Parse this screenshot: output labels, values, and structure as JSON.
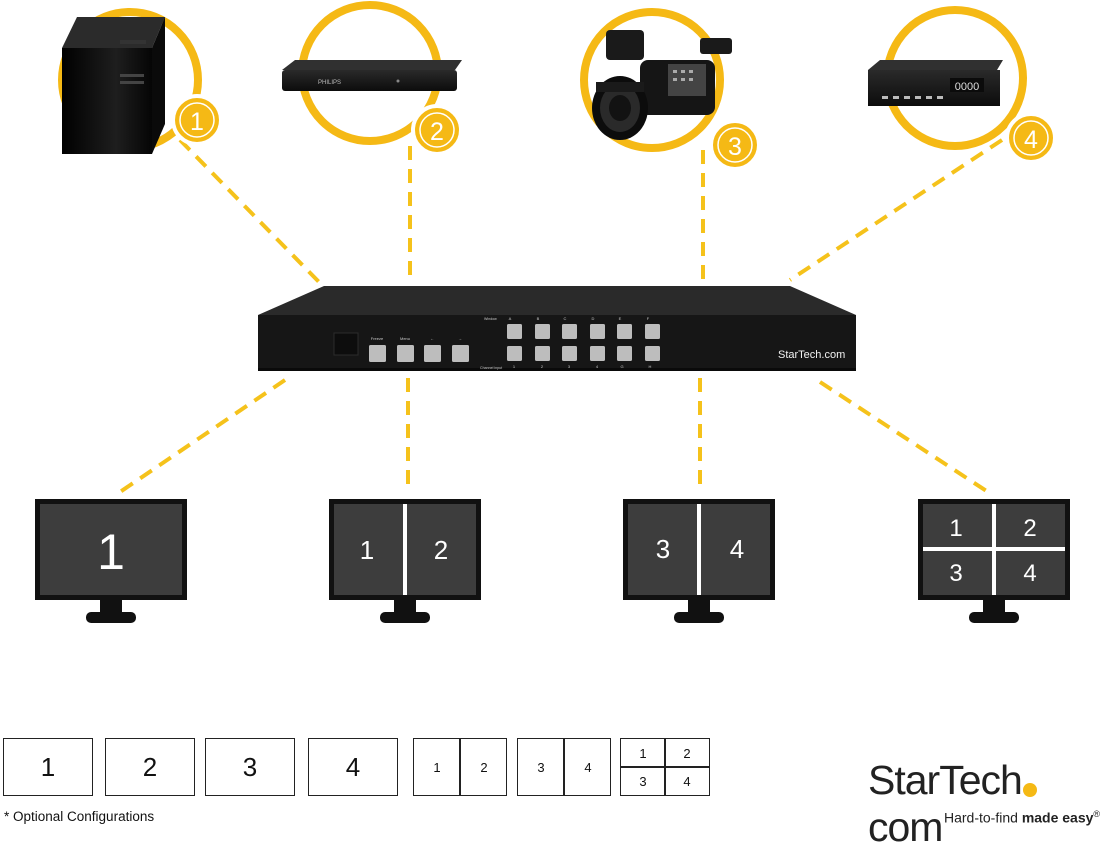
{
  "colors": {
    "accent": "#f5b915",
    "device": "#1c1c1c",
    "screen": "#3d3d3d"
  },
  "sources": [
    {
      "number": "1",
      "icon": "desktop-computer-icon"
    },
    {
      "number": "2",
      "icon": "blu-ray-player-icon",
      "brand": "PHILIPS"
    },
    {
      "number": "3",
      "icon": "video-camera-icon"
    },
    {
      "number": "4",
      "icon": "set-top-box-icon",
      "display": "0000"
    }
  ],
  "switch": {
    "buttons": [
      "Freeze",
      "Menu",
      "←",
      "→"
    ],
    "row_labels": [
      "Window",
      "Channel input"
    ],
    "window_keys": [
      "A",
      "B",
      "C",
      "D",
      "E",
      "F"
    ],
    "channel_keys": [
      "1",
      "2",
      "3",
      "4",
      "G",
      "H"
    ],
    "brand": "StarTech.com"
  },
  "monitors": [
    {
      "layout": "single",
      "labels": [
        "1"
      ]
    },
    {
      "layout": "split",
      "labels": [
        "1",
        "2"
      ]
    },
    {
      "layout": "split",
      "labels": [
        "3",
        "4"
      ]
    },
    {
      "layout": "quad",
      "labels": [
        "1",
        "2",
        "3",
        "4"
      ]
    }
  ],
  "configs": {
    "singles": [
      "1",
      "2",
      "3",
      "4"
    ],
    "split_a": [
      "1",
      "2"
    ],
    "split_b": [
      "3",
      "4"
    ],
    "quad": [
      "1",
      "2",
      "3",
      "4"
    ]
  },
  "footnote": "* Optional Configurations",
  "brand": {
    "logo_left": "StarTech",
    "logo_right": "com",
    "tagline_light": "Hard-to-find ",
    "tagline_bold": "made easy",
    "reg": "®"
  }
}
